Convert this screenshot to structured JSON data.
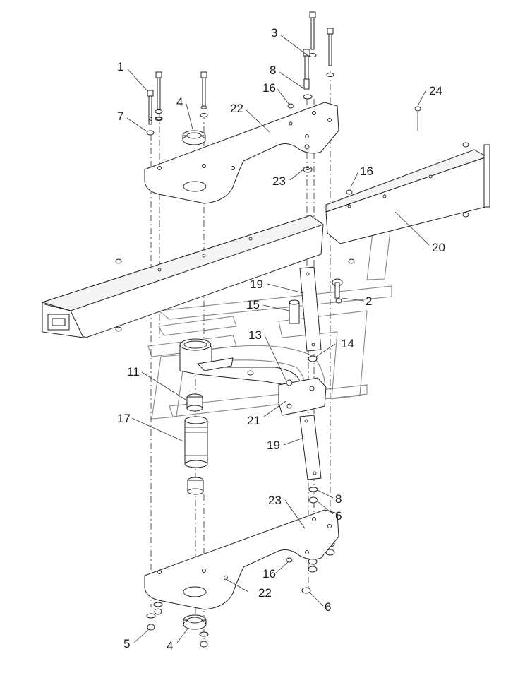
{
  "diagram": {
    "callouts": [
      {
        "id": "c1",
        "label": "1"
      },
      {
        "id": "c2",
        "label": "2"
      },
      {
        "id": "c3",
        "label": "3"
      },
      {
        "id": "c4a",
        "label": "4"
      },
      {
        "id": "c4b",
        "label": "4"
      },
      {
        "id": "c5",
        "label": "5"
      },
      {
        "id": "c6a",
        "label": "6"
      },
      {
        "id": "c6b",
        "label": "6"
      },
      {
        "id": "c7",
        "label": "7"
      },
      {
        "id": "c8a",
        "label": "8"
      },
      {
        "id": "c8b",
        "label": "8"
      },
      {
        "id": "c11",
        "label": "11"
      },
      {
        "id": "c13",
        "label": "13"
      },
      {
        "id": "c14",
        "label": "14"
      },
      {
        "id": "c15",
        "label": "15"
      },
      {
        "id": "c16a",
        "label": "16"
      },
      {
        "id": "c16b",
        "label": "16"
      },
      {
        "id": "c16c",
        "label": "16"
      },
      {
        "id": "c17",
        "label": "17"
      },
      {
        "id": "c19a",
        "label": "19"
      },
      {
        "id": "c19b",
        "label": "19"
      },
      {
        "id": "c20",
        "label": "20"
      },
      {
        "id": "c21",
        "label": "21"
      },
      {
        "id": "c22a",
        "label": "22"
      },
      {
        "id": "c22b",
        "label": "22"
      },
      {
        "id": "c23a",
        "label": "23"
      },
      {
        "id": "c23b",
        "label": "23"
      },
      {
        "id": "c24",
        "label": "24"
      }
    ]
  }
}
